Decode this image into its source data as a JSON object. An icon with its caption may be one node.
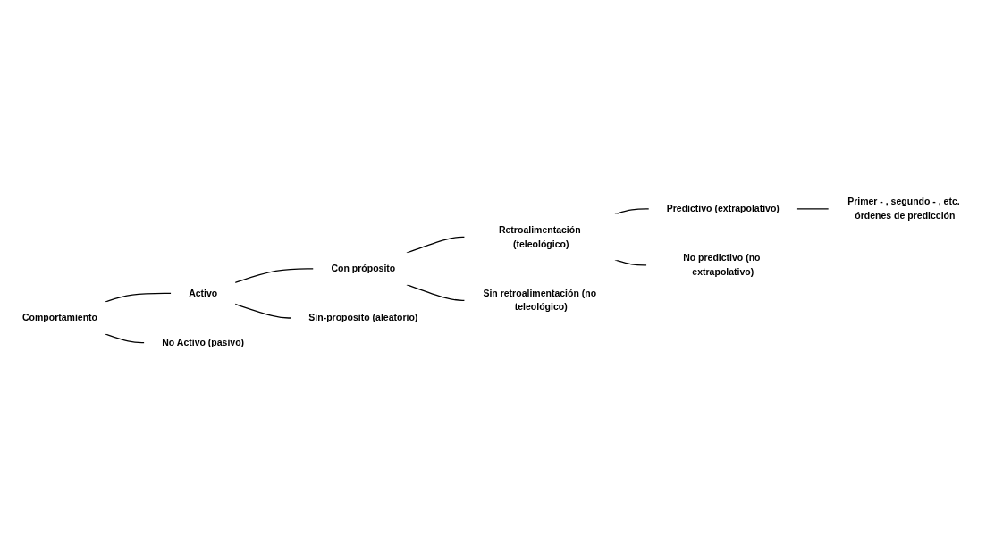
{
  "diagram": {
    "nodes": [
      {
        "text": [
          "Comportamiento"
        ]
      },
      {
        "text": [
          "Activo"
        ]
      },
      {
        "text": [
          "No Activo (pasivo)"
        ]
      },
      {
        "text": [
          "Con próposito"
        ]
      },
      {
        "text": [
          "Sin-propósito (aleatorio)"
        ]
      },
      {
        "text": [
          "Retroalimentación (teleológico)"
        ]
      },
      {
        "text": [
          "Sin retroalimentación (no teleológico)"
        ]
      },
      {
        "text": [
          "Predictivo (extrapolativo)"
        ]
      },
      {
        "text": [
          "No predictivo (no extrapolativo)"
        ]
      },
      {
        "text": [
          "Primer - , segundo - , etc. órdenes de predicción"
        ]
      }
    ],
    "edges": [
      {
        "from": 0,
        "to": 1,
        "arrow": "none"
      },
      {
        "from": 0,
        "to": 2,
        "arrow": "none"
      },
      {
        "from": 1,
        "to": 3,
        "arrow": "none"
      },
      {
        "from": 1,
        "to": 4,
        "arrow": "none"
      },
      {
        "from": 3,
        "to": 5,
        "arrow": "none"
      },
      {
        "from": 3,
        "to": 6,
        "arrow": "none"
      },
      {
        "from": 5,
        "to": 7,
        "arrow": "none"
      },
      {
        "from": 5,
        "to": 8,
        "arrow": "none"
      },
      {
        "from": 7,
        "to": 9,
        "arrow": "none"
      }
    ]
  }
}
